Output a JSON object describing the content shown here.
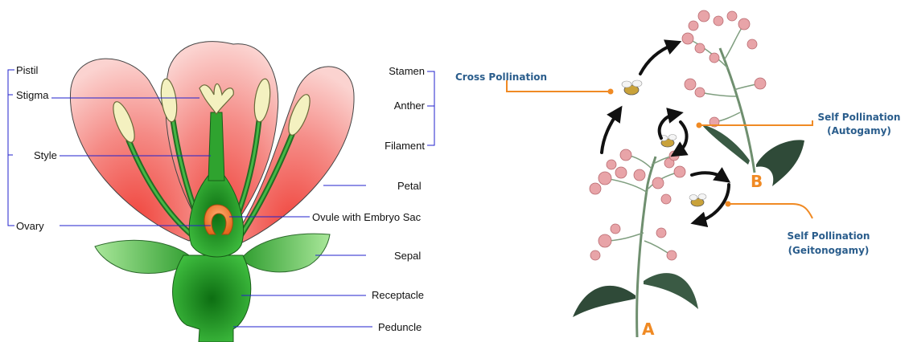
{
  "left_diagram": {
    "labels": {
      "pistil": "Pistil",
      "stigma": "Stigma",
      "style": "Style",
      "ovary": "Ovary",
      "stamen": "Stamen",
      "anther": "Anther",
      "filament": "Filament",
      "petal": "Petal",
      "ovule": "Ovule with Embryo Sac",
      "sepal": "Sepal",
      "receptacle": "Receptacle",
      "peduncle": "Peduncle"
    },
    "colors": {
      "petal": "#f08c8c",
      "green": "#2e9a2e",
      "anther": "#f4f1c0",
      "ovule": "#f07a2a",
      "leader": "#2222cc"
    }
  },
  "right_diagram": {
    "labels": {
      "cross": "Cross Pollination",
      "self_auto_1": "Self Pollination",
      "self_auto_2": "(Autogamy)",
      "self_geito_1": "Self Pollination",
      "self_geito_2": "(Geitonogamy)",
      "plant_a": "A",
      "plant_b": "B"
    },
    "colors": {
      "label_text": "#2a5d8c",
      "leader": "#f08a24",
      "flower": "#e8a4a8",
      "stem": "#6f8f6f",
      "leaf": "#2f4a38"
    }
  }
}
